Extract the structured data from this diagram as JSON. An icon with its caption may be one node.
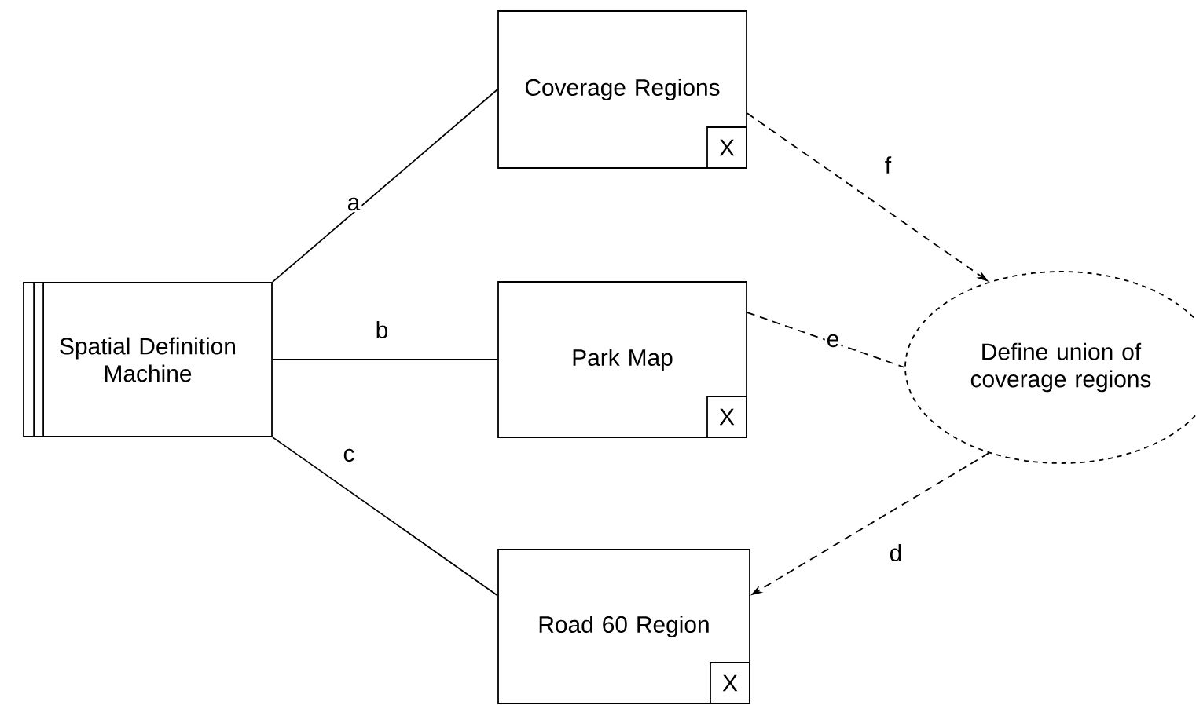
{
  "diagram": {
    "nodes": [
      {
        "text": [
          "Spatial Definition Machine"
        ]
      },
      {
        "text": [
          "Coverage Regions"
        ]
      },
      {
        "text": [
          "X"
        ],
        "in": 1
      },
      {
        "text": [
          "Park Map"
        ]
      },
      {
        "text": [
          "X"
        ],
        "in": 3
      },
      {
        "text": [
          "Road 60 Region"
        ]
      },
      {
        "text": [
          "X"
        ],
        "in": 5
      },
      {
        "text": [
          "Define union of coverage regions"
        ]
      }
    ],
    "edges": [
      {
        "from": 0,
        "to": 1,
        "arrow": "none",
        "label": "a"
      },
      {
        "from": 0,
        "to": 3,
        "arrow": "none",
        "label": "b"
      },
      {
        "from": 0,
        "to": 5,
        "arrow": "none",
        "label": "c"
      },
      {
        "from": 1,
        "to": 7,
        "arrow": "to",
        "label": "f",
        "style": "dashed"
      },
      {
        "from": 3,
        "to": 7,
        "arrow": "none",
        "label": "e",
        "style": "dashed"
      },
      {
        "from": 7,
        "to": 5,
        "arrow": "to",
        "label": "d",
        "style": "dashed"
      }
    ]
  }
}
